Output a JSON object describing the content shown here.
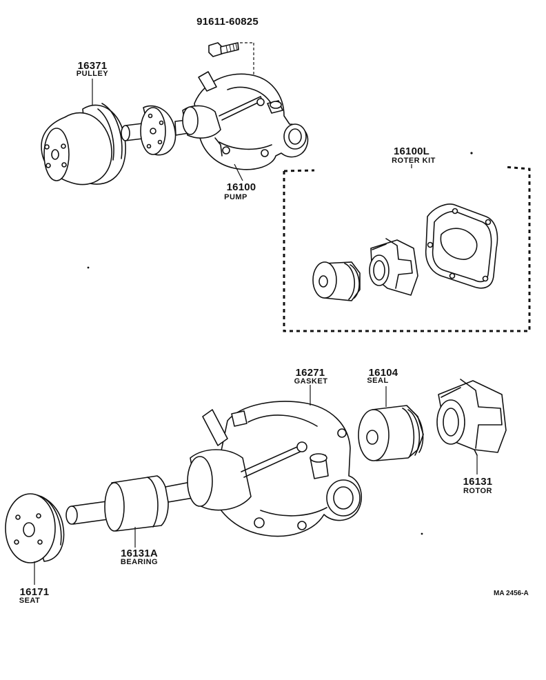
{
  "title": "",
  "parts": {
    "bolt": {
      "number": "91611-60825",
      "name": ""
    },
    "pulley": {
      "number": "16371",
      "name": "PULLEY"
    },
    "pump": {
      "number": "16100",
      "name": "PUMP"
    },
    "roter_kit": {
      "number": "16100L",
      "name": "ROTER KIT"
    },
    "gasket": {
      "number": "16271",
      "name": "GASKET"
    },
    "seal": {
      "number": "16104",
      "name": "SEAL"
    },
    "rotor": {
      "number": "16131",
      "name": "ROTOR"
    },
    "bearing": {
      "number": "16131A",
      "name": "BEARING"
    },
    "seat": {
      "number": "16171",
      "name": "SEAT"
    }
  },
  "figure_ref": "MA 2456-A"
}
